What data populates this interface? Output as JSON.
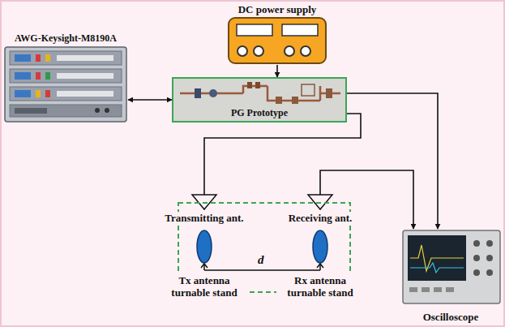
{
  "diagram": {
    "nodes": [
      {
        "text": [
          "DC power supply"
        ]
      },
      {
        "text": [
          "AWG-Keysight-M8190A"
        ]
      },
      {
        "text": [
          "PG Prototype"
        ]
      },
      {
        "text": [
          "Transmitting ant."
        ]
      },
      {
        "text": [
          "Receiving ant."
        ]
      },
      {
        "text": [
          "Oscilloscope"
        ]
      },
      {
        "text": [
          "Tx antenna turnable stand"
        ]
      },
      {
        "text": [
          "Rx antenna turnable stand"
        ]
      }
    ],
    "edges": [
      {
        "from": 0,
        "to": 2,
        "arrow": "to"
      },
      {
        "from": 1,
        "to": 2,
        "arrow": "both"
      },
      {
        "from": 2,
        "to": 3,
        "arrow": "none"
      },
      {
        "from": 2,
        "to": 5,
        "arrow": "to"
      },
      {
        "from": 4,
        "to": 5,
        "arrow": "to"
      }
    ],
    "labels": [
      "d"
    ]
  }
}
